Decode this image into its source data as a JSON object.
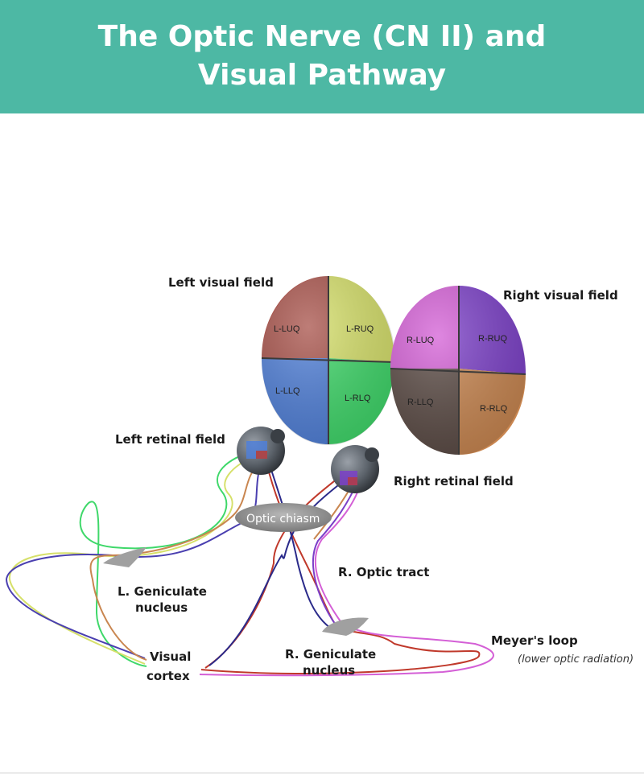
{
  "header": {
    "title": "The Optic Nerve (CN II) and Visual Pathway"
  },
  "labels": {
    "left_visual_field": "Left visual field",
    "right_visual_field": "Right visual field",
    "left_retinal_field": "Left retinal field",
    "right_retinal_field": "Right retinal field",
    "optic_chiasm": "Optic chiasm",
    "r_optic_tract": "R. Optic tract",
    "l_geniculate_line1": "L. Geniculate",
    "l_geniculate_line2": "nucleus",
    "r_geniculate_line1": "R. Geniculate",
    "r_geniculate_line2": "nucleus",
    "visual_cortex_line1": "Visual",
    "visual_cortex_line2": "cortex",
    "meyers_loop": "Meyer's loop",
    "meyers_loop_note": "(lower optic radiation)"
  },
  "quadrants": {
    "l_luq": "L-LUQ",
    "l_ruq": "L-RUQ",
    "l_llq": "L-LLQ",
    "l_rlq": "L-RLQ",
    "r_luq": "R-LUQ",
    "r_ruq": "R-RUQ",
    "r_llq": "R-LLQ",
    "r_rlq": "R-RLQ"
  },
  "colors": {
    "header_bg": "#4db8a4",
    "l_luq": "#a8524a",
    "l_ruq": "#d6e06a",
    "l_llq": "#4f7fd8",
    "l_rlq": "#3fd86a",
    "r_luq": "#d45fd6",
    "r_ruq": "#7b3fc8",
    "r_llq": "#5a4a44",
    "r_rlq": "#c98650"
  }
}
